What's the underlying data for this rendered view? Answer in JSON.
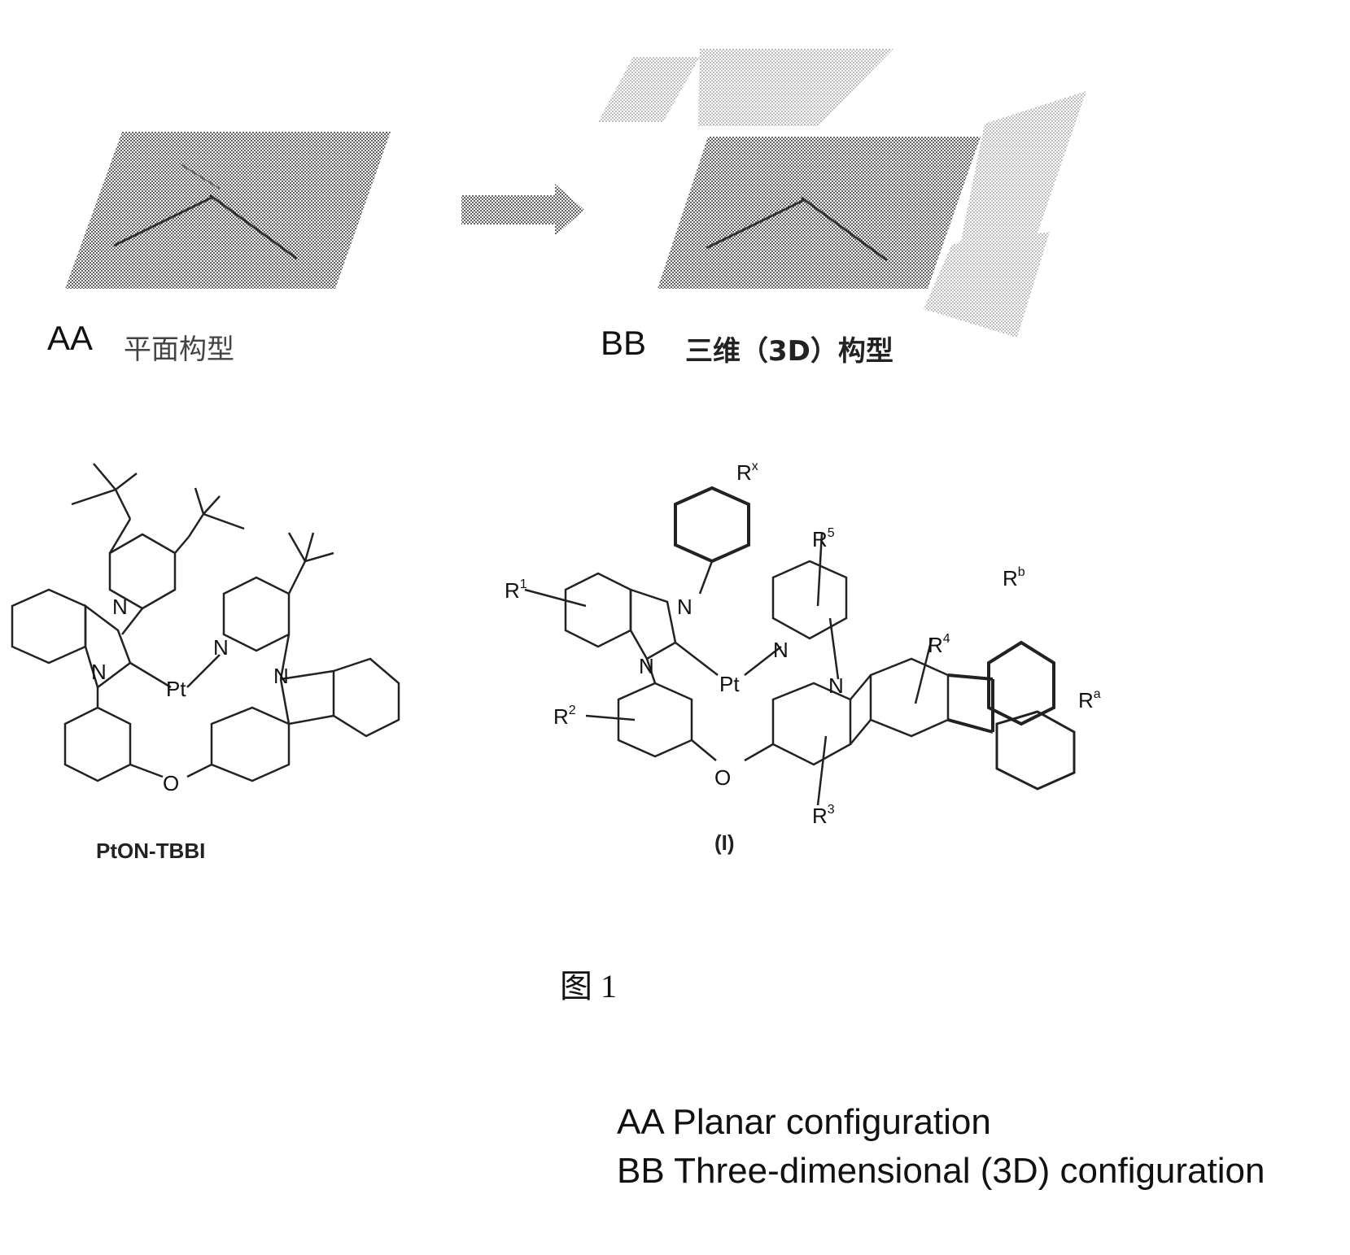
{
  "panel_top": {
    "left_code": "AA",
    "left_caption": "平面构型",
    "right_code": "BB",
    "right_caption": "三维（3D）构型"
  },
  "structure_left": {
    "name": "PtON-TBBI",
    "atoms": [
      "N",
      "N",
      "Pt",
      "N",
      "N",
      "O"
    ]
  },
  "structure_right": {
    "name": "(I)",
    "substituents": [
      "R",
      "x",
      "R",
      "1",
      "R",
      "5",
      "R",
      "b",
      "R",
      "4",
      "R",
      "a",
      "R",
      "2",
      "R",
      "3"
    ],
    "atoms": [
      "N",
      "N",
      "Pt",
      "N",
      "N",
      "O"
    ]
  },
  "figure_label": "图 1",
  "legend": {
    "line1": "AA Planar configuration",
    "line2": "BB Three-dimensional (3D) configuration"
  }
}
